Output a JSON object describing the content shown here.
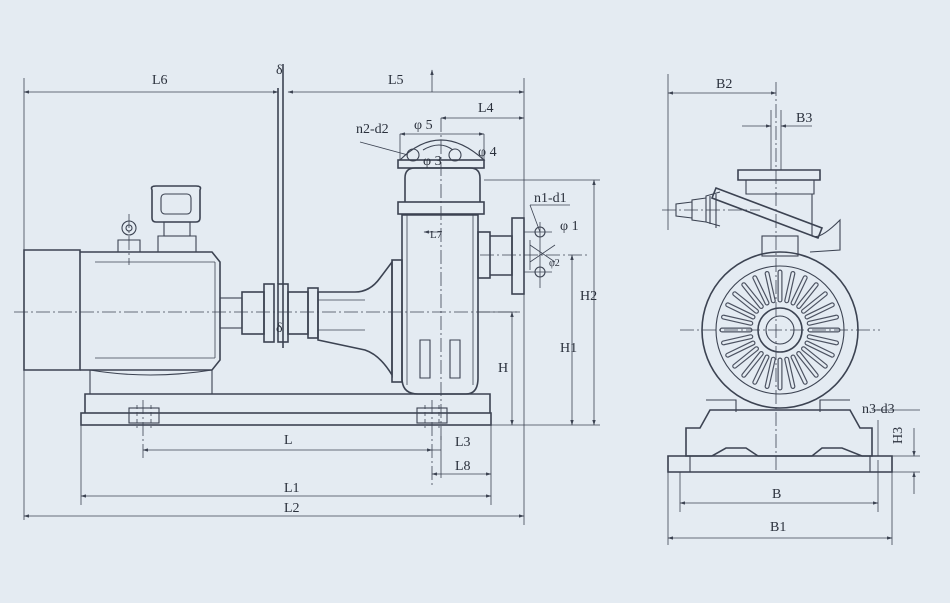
{
  "labels": {
    "L6": "L6",
    "L5": "L5",
    "L4": "L4",
    "L": "L",
    "L1": "L1",
    "L2": "L2",
    "L3": "L3",
    "L7": "L7",
    "L8": "L8",
    "H": "H",
    "H1": "H1",
    "H2": "H2",
    "H3": "H3",
    "delta": "δ",
    "phi1": "φ 1",
    "phi2": "φ2",
    "phi3": "φ 3",
    "phi4": "φ 4",
    "phi5": "φ 5",
    "n1d1": "n1-d1",
    "n2d2": "n2-d2",
    "n3d3": "n3-d3",
    "B": "B",
    "B1": "B1",
    "B2": "B2",
    "B3": "B3"
  }
}
